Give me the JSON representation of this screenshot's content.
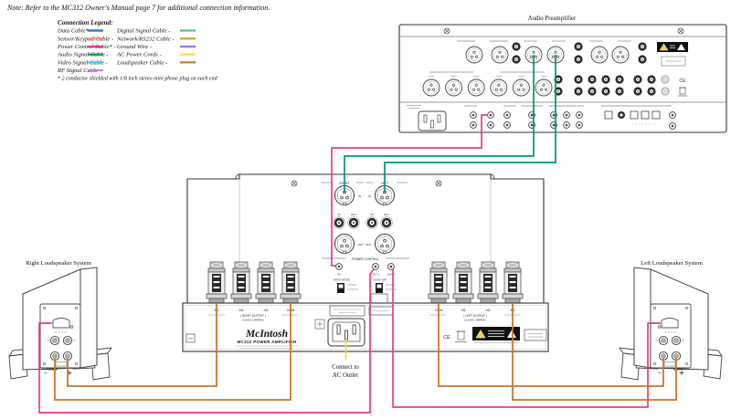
{
  "note": "Note: Refer to the MC312 Owner's Manual page 7 for additional connection information.",
  "legend": {
    "title": "Connection Legend:",
    "footnote": "* 2 conductor shielded with 1/8 inch stereo mini phone plug on each end",
    "left": [
      {
        "label": "Data Cable*-",
        "color": "#2a6db6"
      },
      {
        "label": "Sensor/Keypad Cable -",
        "color": "#f4907e"
      },
      {
        "label": "Power Control Cable* -",
        "color": "#ed3a85"
      },
      {
        "label": "Audio Signal Cable -",
        "color": "#009577"
      },
      {
        "label": "Video Signal Cable -",
        "color": "#58c5f1"
      },
      {
        "label": "RF Signal Cable -",
        "color": "#c97fe0"
      }
    ],
    "right": [
      {
        "label": "Digital Signal Cable -",
        "color": "#66c273"
      },
      {
        "label": "Network/RS232 Cable -",
        "color": "#c3a229"
      },
      {
        "label": "Ground Wire -",
        "color": "#8f7ad6"
      },
      {
        "label": "AC Power Cords -",
        "color": "#f0e23c"
      },
      {
        "label": "Loudspeaker Cable -",
        "color": "#c8782f"
      }
    ]
  },
  "preamp": {
    "title": "Audio Preamplifier",
    "ce": "CE"
  },
  "amp": {
    "right": "RIGHT",
    "left": "LEFT",
    "in": "IN",
    "out": "OUT",
    "rca_labels": [
      "IN",
      "OUT",
      "IN",
      "OUT"
    ],
    "power_control": "POWER CONTROL",
    "pc_in": "IN",
    "pc_out1": "OUT 1",
    "pc_out2": "OUT 2",
    "input_mode": "INPUT MODE",
    "auto_off": "AUTO OFF",
    "posts_left": [
      "8Ω",
      "4Ω",
      "2Ω",
      "COM"
    ],
    "posts_right": [
      "COM",
      "2Ω",
      "4Ω",
      "8Ω"
    ],
    "right_output": "| RIGHT OUTPUT |",
    "left_output": "| LEFT OUTPUT |",
    "class2": "CLASS 2 WIRING",
    "logo": "McIntosh",
    "model": "MC312 POWER AMPLIFIER",
    "ce": "CE"
  },
  "ac": {
    "line1": "Connect to",
    "line2": "AC Outlet"
  },
  "speakers": {
    "right_title": "Right Loudspeaker System",
    "left_title": "Left Loudspeaker System",
    "minus": "−",
    "plus": "+"
  },
  "colors": {
    "audio_cable": "#009577",
    "power_control_cable": "#ed3a85",
    "loudspeaker_cable": "#c8782f",
    "ac_cord": "#f0e23c",
    "panel_stroke": "#333333"
  }
}
